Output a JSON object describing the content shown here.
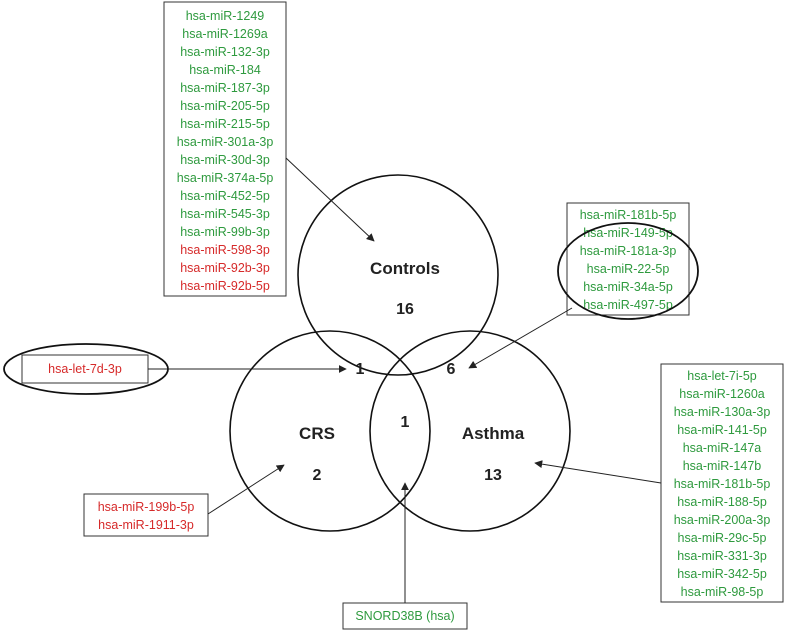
{
  "colors": {
    "green": "#2e9a3e",
    "red": "#d62a2a",
    "line": "#222222"
  },
  "regions": {
    "controls": {
      "label": "Controls",
      "count": "16"
    },
    "crs": {
      "label": "CRS",
      "count": "2"
    },
    "asthma": {
      "label": "Asthma",
      "count": "13"
    },
    "controls_crs": {
      "count": "1"
    },
    "controls_asthma": {
      "count": "6"
    },
    "crs_asthma": {
      "count": "1"
    }
  },
  "lists": {
    "controls": [
      {
        "text": "hsa-miR-1249",
        "color": "green"
      },
      {
        "text": "hsa-miR-1269a",
        "color": "green"
      },
      {
        "text": "hsa-miR-132-3p",
        "color": "green"
      },
      {
        "text": "hsa-miR-184",
        "color": "green"
      },
      {
        "text": "hsa-miR-187-3p",
        "color": "green"
      },
      {
        "text": "hsa-miR-205-5p",
        "color": "green"
      },
      {
        "text": "hsa-miR-215-5p",
        "color": "green"
      },
      {
        "text": "hsa-miR-301a-3p",
        "color": "green"
      },
      {
        "text": "hsa-miR-30d-3p",
        "color": "green"
      },
      {
        "text": "hsa-miR-374a-5p",
        "color": "green"
      },
      {
        "text": "hsa-miR-452-5p",
        "color": "green"
      },
      {
        "text": "hsa-miR-545-3p",
        "color": "green"
      },
      {
        "text": "hsa-miR-99b-3p",
        "color": "green"
      },
      {
        "text": "hsa-miR-598-3p",
        "color": "red"
      },
      {
        "text": "hsa-miR-92b-3p",
        "color": "red"
      },
      {
        "text": "hsa-miR-92b-5p",
        "color": "red"
      }
    ],
    "controls_asthma": [
      {
        "text": "hsa-miR-181b-5p",
        "color": "green"
      },
      {
        "text": "hsa-miR-149-5p",
        "color": "green"
      },
      {
        "text": "hsa-miR-181a-3p",
        "color": "green"
      },
      {
        "text": "hsa-miR-22-5p",
        "color": "green"
      },
      {
        "text": "hsa-miR-34a-5p",
        "color": "green"
      },
      {
        "text": "hsa-miR-497-5p",
        "color": "green"
      }
    ],
    "controls_crs": [
      {
        "text": "hsa-let-7d-3p",
        "color": "red"
      }
    ],
    "crs": [
      {
        "text": "hsa-miR-199b-5p",
        "color": "red"
      },
      {
        "text": "hsa-miR-1911-3p",
        "color": "red"
      }
    ],
    "crs_asthma": [
      {
        "text": "SNORD38B (hsa)",
        "color": "green"
      }
    ],
    "asthma": [
      {
        "text": "hsa-let-7i-5p",
        "color": "green"
      },
      {
        "text": "hsa-miR-1260a",
        "color": "green"
      },
      {
        "text": "hsa-miR-130a-3p",
        "color": "green"
      },
      {
        "text": "hsa-miR-141-5p",
        "color": "green"
      },
      {
        "text": "hsa-miR-147a",
        "color": "green"
      },
      {
        "text": "hsa-miR-147b",
        "color": "green"
      },
      {
        "text": "hsa-miR-181b-5p",
        "color": "green"
      },
      {
        "text": "hsa-miR-188-5p",
        "color": "green"
      },
      {
        "text": "hsa-miR-200a-3p",
        "color": "green"
      },
      {
        "text": "hsa-miR-29c-5p",
        "color": "green"
      },
      {
        "text": "hsa-miR-331-3p",
        "color": "green"
      },
      {
        "text": "hsa-miR-342-5p",
        "color": "green"
      },
      {
        "text": "hsa-miR-98-5p",
        "color": "green"
      }
    ]
  }
}
